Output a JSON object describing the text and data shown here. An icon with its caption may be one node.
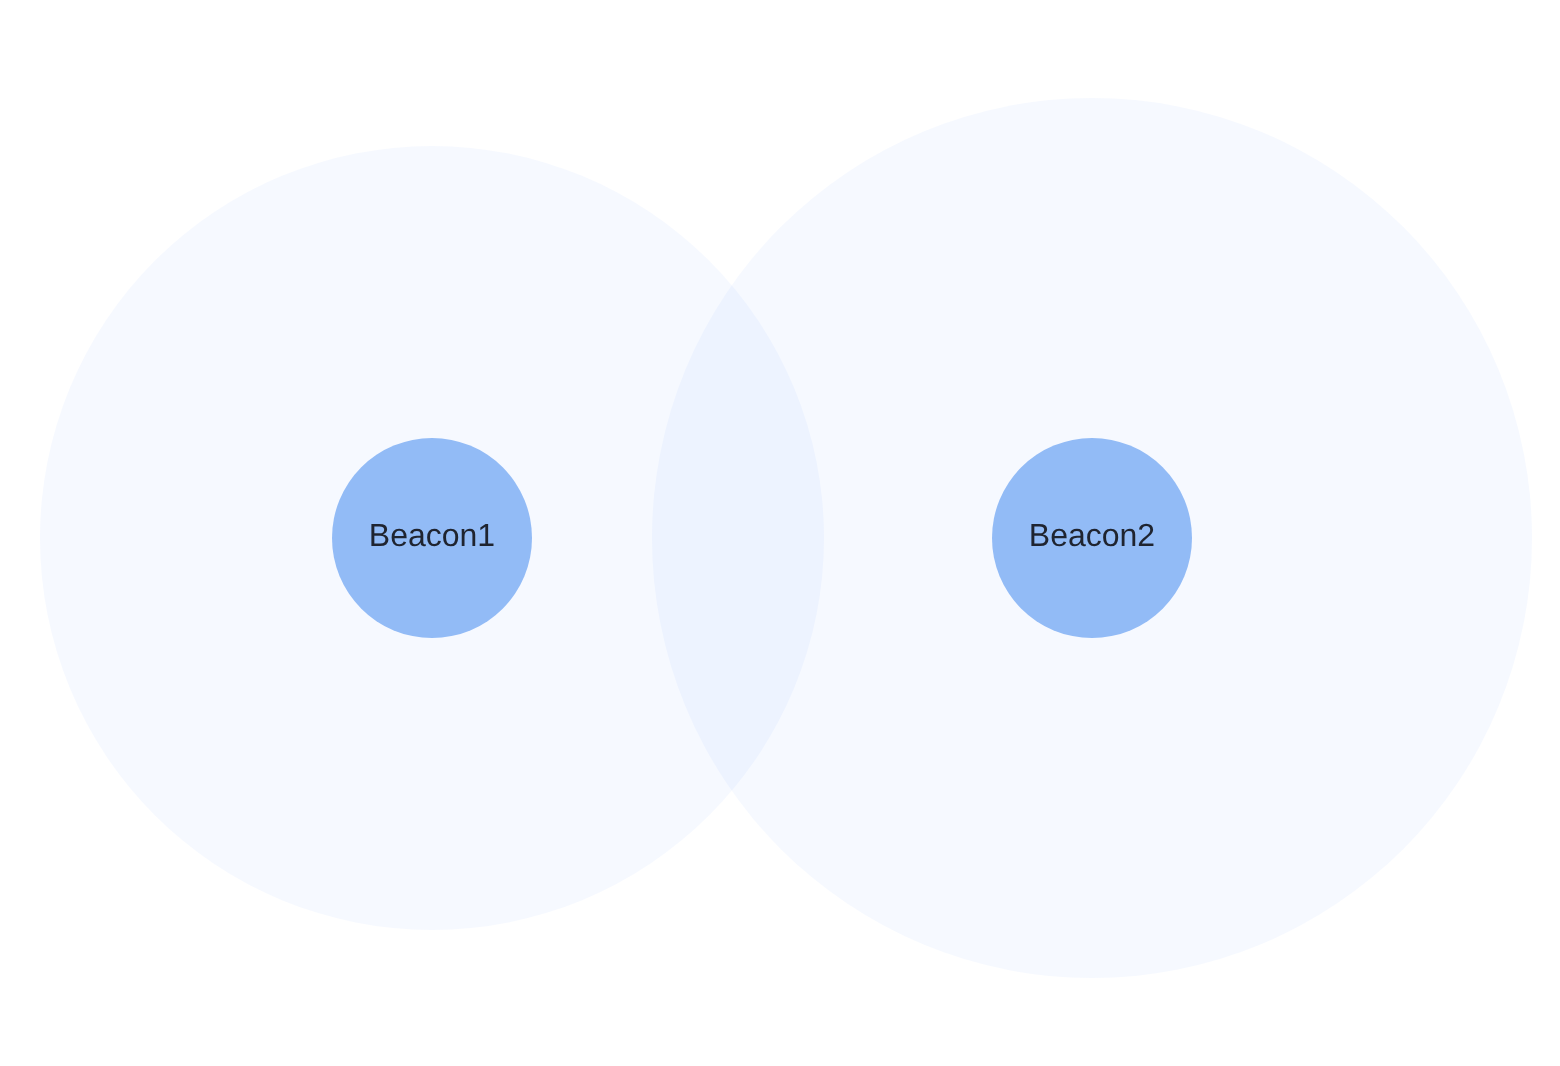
{
  "diagram": {
    "nodes": [
      {
        "text": [],
        "shape": "circle"
      },
      {
        "text": [
          "Beacon1"
        ],
        "in": 0
      },
      {
        "text": [],
        "shape": "circle"
      },
      {
        "text": [
          "Beacon2"
        ],
        "in": 2
      }
    ]
  }
}
